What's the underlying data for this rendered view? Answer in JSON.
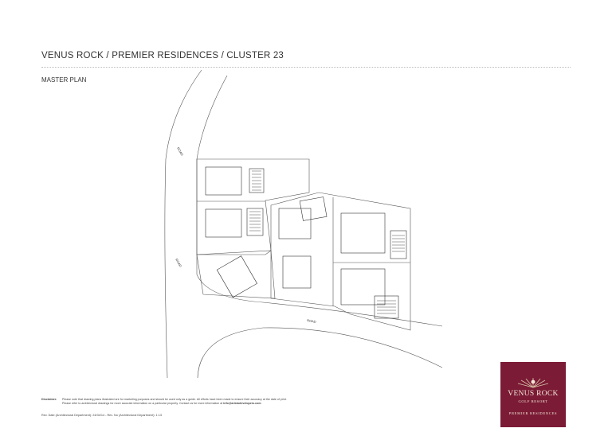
{
  "header": {
    "title": "VENUS ROCK / PREMIER RESIDENCES / CLUSTER 23",
    "subtitle": "MASTER PLAN"
  },
  "plan": {
    "road_labels": [
      "ROAD",
      "ROAD",
      "ROAD"
    ]
  },
  "footer": {
    "disclaimer_label": "Disclaimer:",
    "disclaimer_line1": "Please note that drawing plans illustrated are for marketing purposes and should be used only as a guide. All efforts have been made to ensure their accuracy at the date of print.",
    "disclaimer_line2": "Please refer to architectural drawings for more accurate information on a particular property. Contact us for more information at",
    "email": "info@aristodevelopers.com",
    "revision": "Rev. Date (Architectural Department): 24/04/14 - Rev. No (Architectural Department): 1.13"
  },
  "logo": {
    "name": "VENUS ROCK",
    "tagline": "GOLF RESORT",
    "subtitle": "PREMIER RESIDENCES",
    "bg_color": "#7b1b36"
  }
}
